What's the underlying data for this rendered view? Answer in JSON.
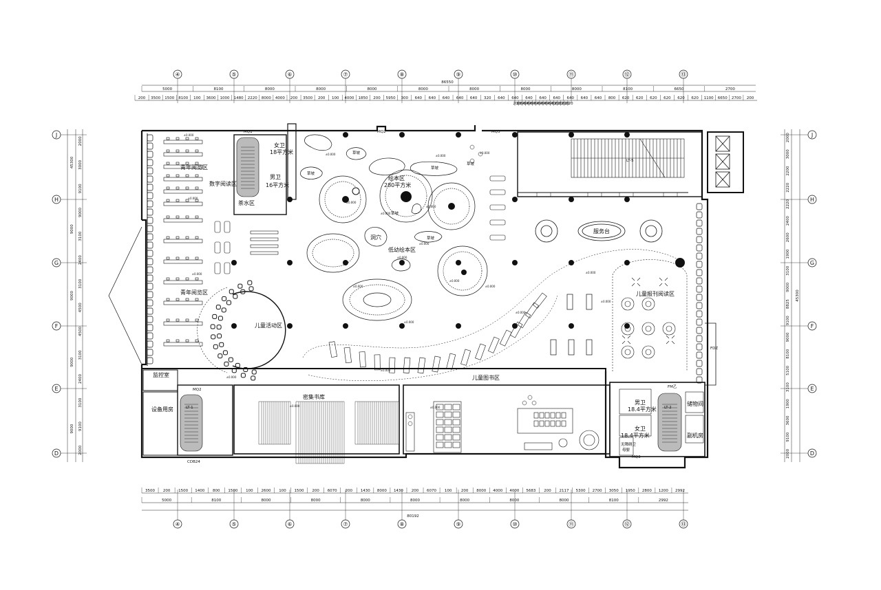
{
  "grid": {
    "columns": [
      "④",
      "⑤",
      "⑥",
      "⑦",
      "⑧",
      "⑨",
      "⑩",
      "⑪",
      "⑫",
      "⑬"
    ],
    "rows": [
      "J",
      "H",
      "G",
      "F",
      "E",
      "D"
    ]
  },
  "dims_top": {
    "total": "86550",
    "row1": [
      "5000",
      "8100",
      "8000",
      "8000",
      "8000",
      "8000",
      "8000",
      "8000",
      "8000",
      "8100",
      "6650",
      "2700"
    ],
    "row2": [
      "200",
      "3500",
      "1500",
      "8100",
      "100",
      "3600",
      "1000",
      "1480",
      "2220",
      "8000",
      "4000",
      "200",
      "3500",
      "200",
      "100",
      "4000",
      "1850",
      "200",
      "5950",
      "300",
      "640",
      "640",
      "640",
      "640",
      "640",
      "320",
      "640",
      "640",
      "640",
      "640",
      "640",
      "640",
      "640",
      "640",
      "800",
      "620",
      "620",
      "620",
      "620",
      "620",
      "620",
      "1100",
      "6650",
      "2700",
      "200"
    ],
    "row2b": [
      "200",
      "100",
      "640",
      "640",
      "640",
      "640",
      "640",
      "640",
      "640",
      "640",
      "640",
      "620",
      "620",
      "620",
      "620",
      "620"
    ]
  },
  "dims_bottom": {
    "total": "80192",
    "row1": [
      "3500",
      "200",
      "1500",
      "1400",
      "800",
      "1500",
      "100",
      "2600",
      "100",
      "1500",
      "200",
      "6070",
      "200",
      "1430",
      "8000",
      "1430",
      "200",
      "6070",
      "100",
      "200",
      "8000",
      "4000",
      "4000",
      "5683",
      "200",
      "2117",
      "5300",
      "2700",
      "3050",
      "1950",
      "2800",
      "1200",
      "2992"
    ],
    "row2": [
      "5000",
      "8100",
      "8000",
      "8000",
      "8000",
      "8000",
      "8000",
      "8000",
      "8000",
      "8100",
      "2992"
    ]
  },
  "dims_left": [
    "2000",
    "3000",
    "9100",
    "9000",
    "3100",
    "2400",
    "3100",
    "4500",
    "4500",
    "3100",
    "2400",
    "3100",
    "9100",
    "2000"
  ],
  "dims_left_total": [
    "45300",
    "9000",
    "9000",
    "9000",
    "9000"
  ],
  "dims_right": [
    "2000",
    "3000",
    "2200",
    "2220",
    "2220",
    "2400",
    "2600",
    "1900",
    "3100",
    "9000",
    "8825",
    "9100",
    "9000",
    "8100",
    "5100",
    "3100",
    "1900",
    "3600",
    "9100",
    "2000"
  ],
  "dims_right_total": "45300",
  "rooms": {
    "youth_reading_1": "青年阅览区",
    "youth_reading_2": "青年阅览区",
    "digital_reading": "数字阅读区",
    "tea": "茶水区",
    "female_wc": "女卫",
    "female_wc_area": "18平方米",
    "male_wc": "男卫",
    "male_wc_area": "16平方米",
    "mq1": "MQ1",
    "mq2": "MQ2",
    "mq3": "MQ3",
    "picture_book": "绘本区",
    "picture_book_area": "280平方米",
    "grass_1": "草坡",
    "grass_2": "草坡",
    "grass_3": "草坡",
    "grass_4": "草坡",
    "grass_5": "草坡",
    "grass_6": "草坡",
    "cave": "洞穴",
    "low_picture": "低幼绘本区",
    "kids_activity": "儿童活动区",
    "service_desk": "服务台",
    "kids_newspaper": "儿童报刊阅读区",
    "kids_books": "儿童图书区",
    "lt5": "LT-5",
    "lt1": "LT-1",
    "lt2": "LT-2",
    "monitor": "监控室",
    "equipment": "设备用房",
    "compact_storage": "密集书库",
    "cdb24": "CDB24",
    "mq2_low": "MQ2",
    "male_wc2": "男卫",
    "male_wc2_area": "18.4平方米",
    "female_wc2": "女卫",
    "female_wc2_area": "18.4平方米",
    "accessible": "无障碍卫",
    "mother_baby": "母婴",
    "storage": "储物间",
    "machine": "副机房",
    "fm_label": "FM乙",
    "fdz": "FDZ"
  },
  "notes": {
    "elev_marks": "±0.000"
  }
}
